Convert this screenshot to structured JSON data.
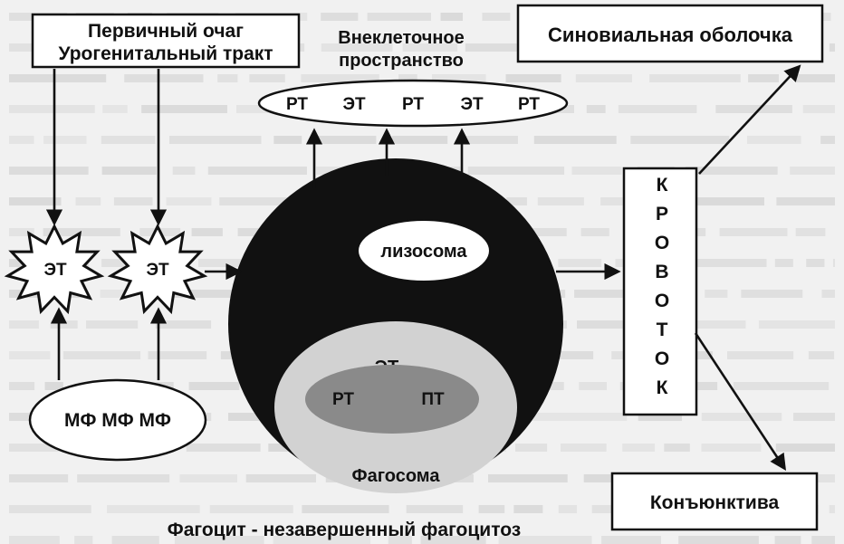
{
  "primary_focus": {
    "line1": "Первичный очаг",
    "line2": "Урогенитальный тракт"
  },
  "extracellular": {
    "line1": "Внеклеточное",
    "line2": "пространство",
    "bodies": [
      "РТ",
      "ЭТ",
      "РТ",
      "ЭТ",
      "РТ"
    ]
  },
  "synovial": "Синовиальная оболочка",
  "conjunctiva": "Конъюнктива",
  "bloodstream_letters": [
    "К",
    "Р",
    "О",
    "В",
    "О",
    "Т",
    "О",
    "К"
  ],
  "infected_cells": [
    "ЭТ",
    "ЭТ"
  ],
  "macrophages": "МФ МФ МФ",
  "phagocyte": {
    "lysosome": "лизосома",
    "phagosome": "Фагосома",
    "inner_top": "ЭТ",
    "inner_left": "РТ",
    "inner_right": "ПТ"
  },
  "caption": "Фагоцит - незавершенный фагоцитоз",
  "colors": {
    "phagocyte": "#111111",
    "phagosome": "#cfcfcf",
    "inner_oval": "#8a8a8a",
    "box_fill": "#ffffff",
    "stroke": "#111111"
  }
}
